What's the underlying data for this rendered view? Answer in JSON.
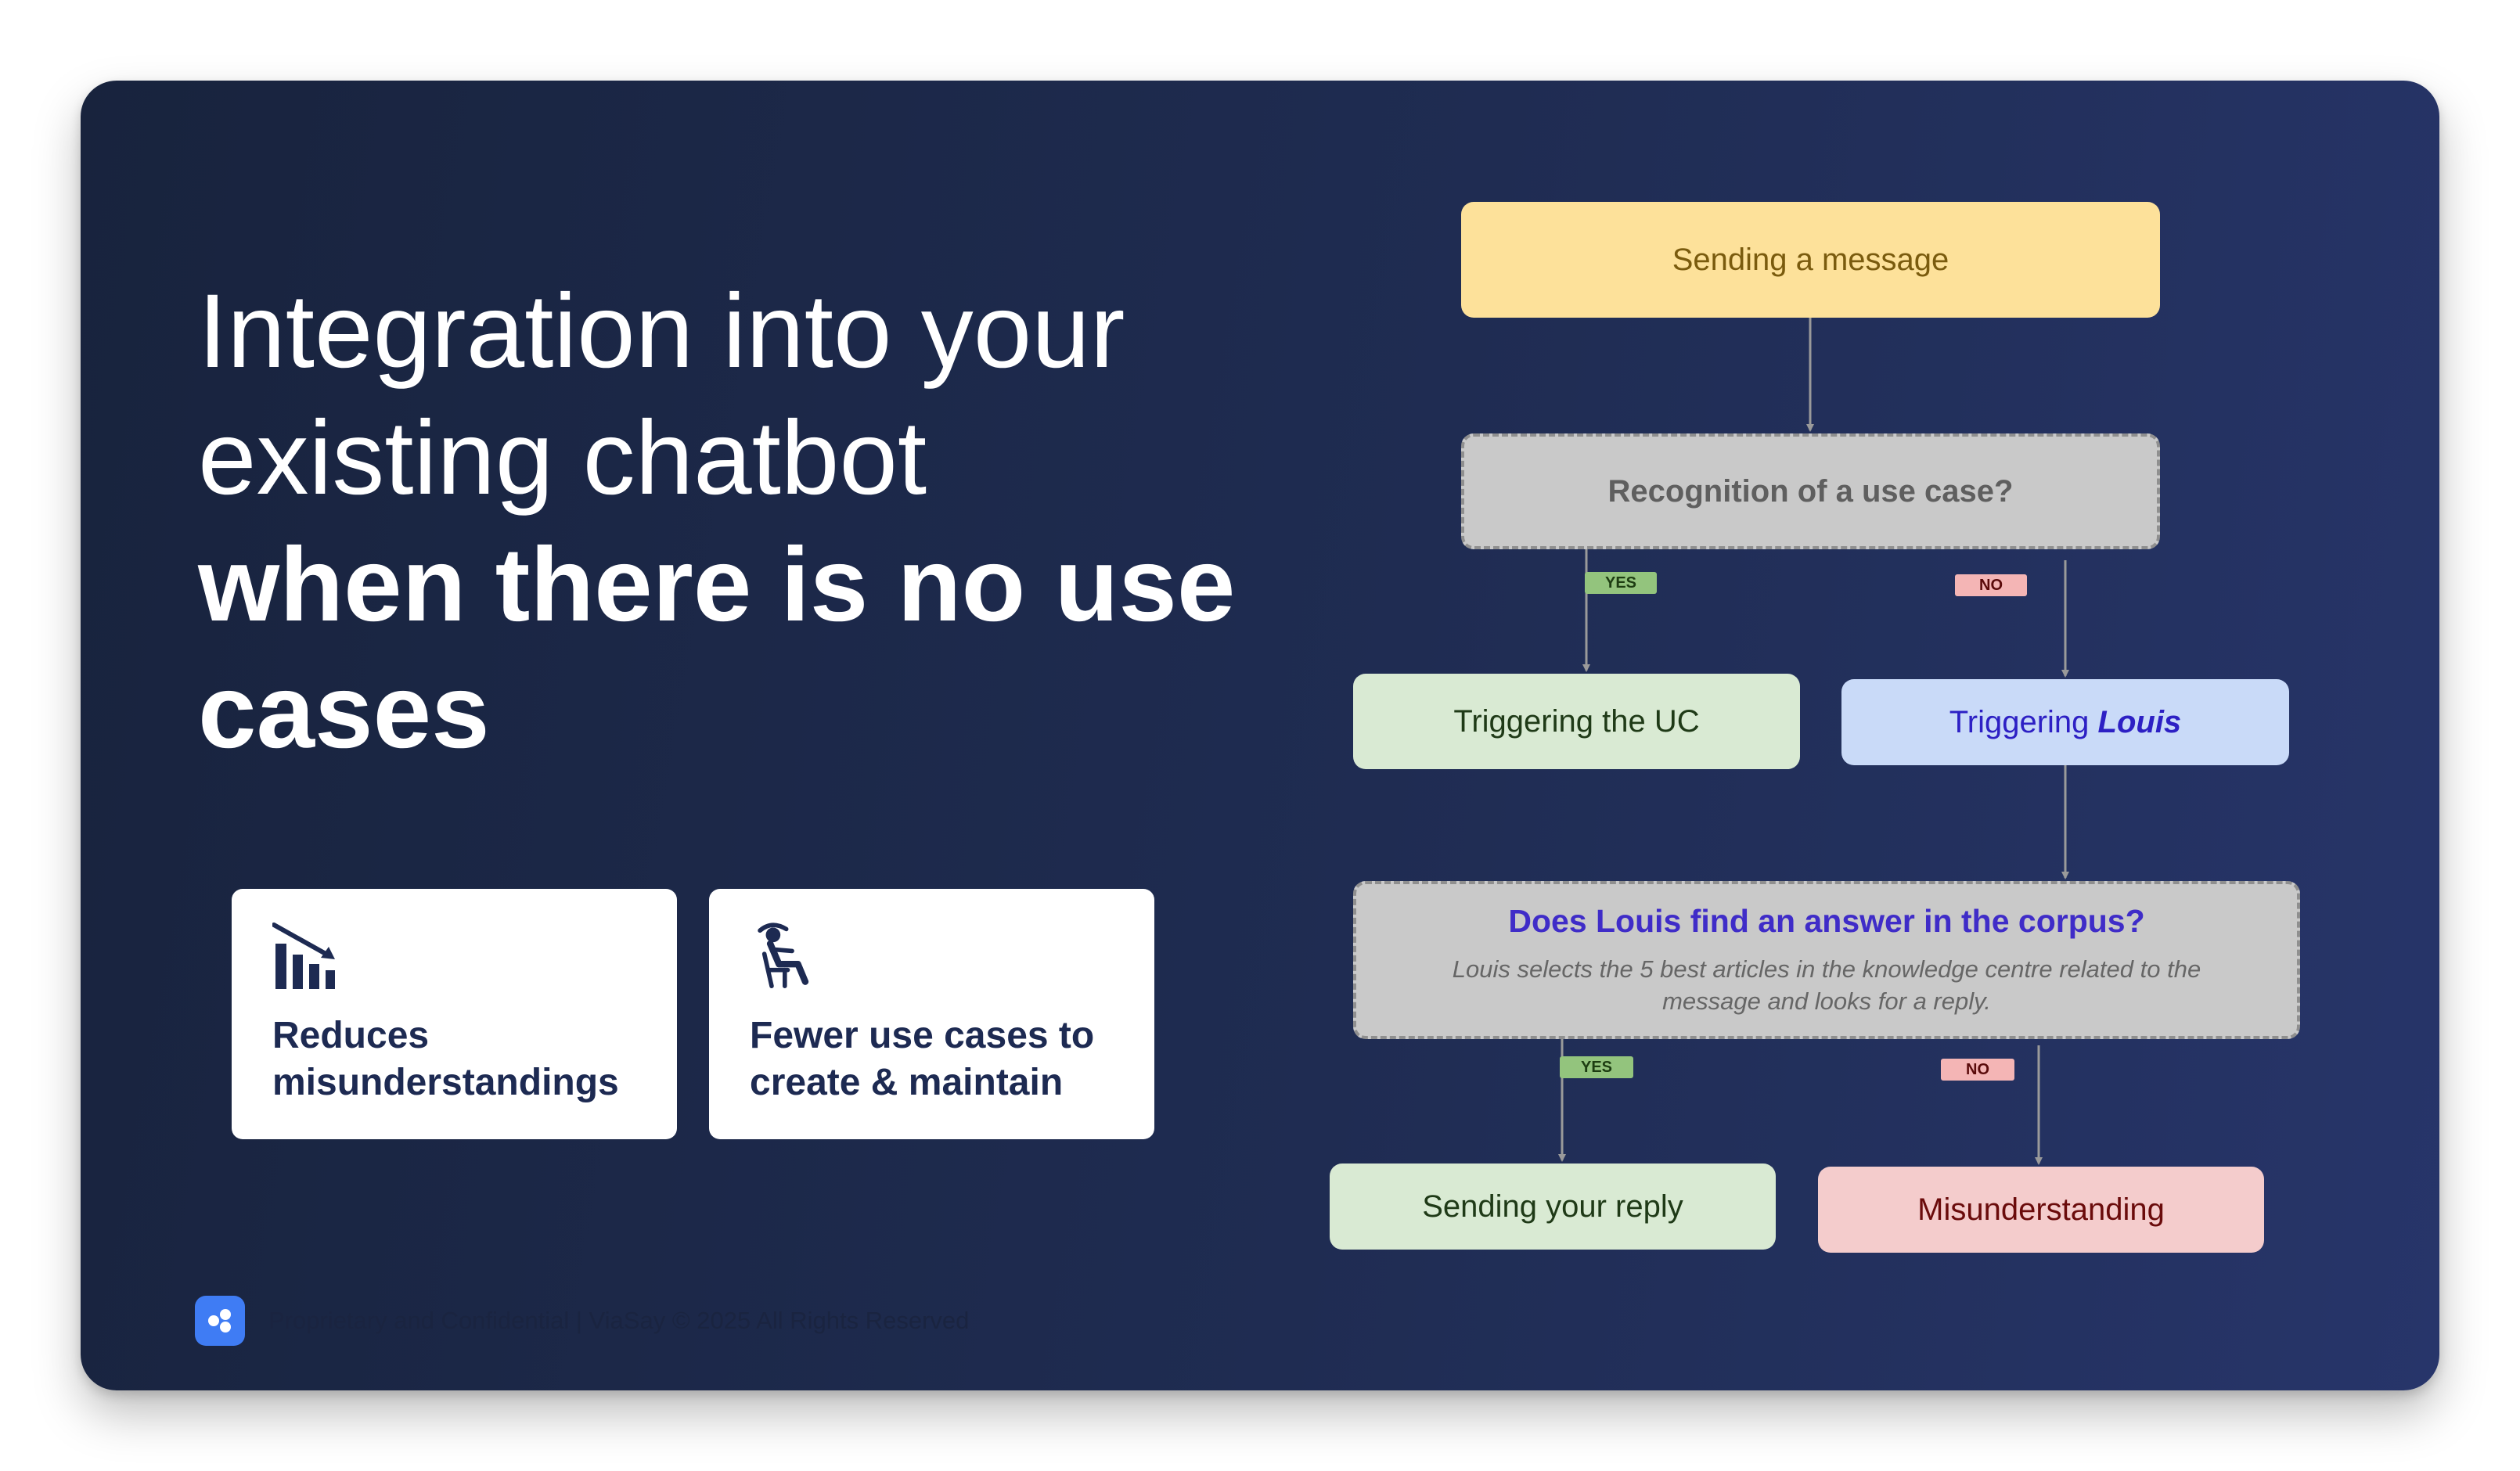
{
  "slide": {
    "title_line1": "Integration into your",
    "title_line2": "existing chatbot",
    "title_bold_line1": "when there is no use",
    "title_bold_line2": "cases",
    "cards": [
      {
        "icon": "chart-decreasing-icon",
        "label_line1": "Reduces",
        "label_line2": "misunderstandings"
      },
      {
        "icon": "relaxing-person-chair-icon",
        "label_line1": "Fewer use cases to",
        "label_line2": "create & maintain"
      }
    ],
    "footer": {
      "logo_icon": "viasay-logo-icon",
      "text": "Proprietary and Confidential | ViaSay © 2025 All Rights Reserved"
    }
  },
  "flowchart": {
    "nodes": {
      "sending_message": "Sending a message",
      "recognition": "Recognition of a use case?",
      "triggering_uc": "Triggering the UC",
      "triggering_louis_prefix": "Triggering ",
      "triggering_louis_name": "Louis",
      "corpus_question": "Does Louis find an answer in the corpus?",
      "corpus_description": "Louis selects the 5 best articles in the knowledge centre related to the message and looks for a reply.",
      "sending_reply": "Sending your reply",
      "misunderstanding": "Misunderstanding"
    },
    "badges": {
      "yes": "YES",
      "no": "NO"
    },
    "colors": {
      "start": "#fde19a",
      "decision": "#c9c9c9",
      "success": "#d9ead3",
      "louis": "#c9daf8",
      "failure": "#f4cccc",
      "accent": "#3f2cc8"
    }
  }
}
